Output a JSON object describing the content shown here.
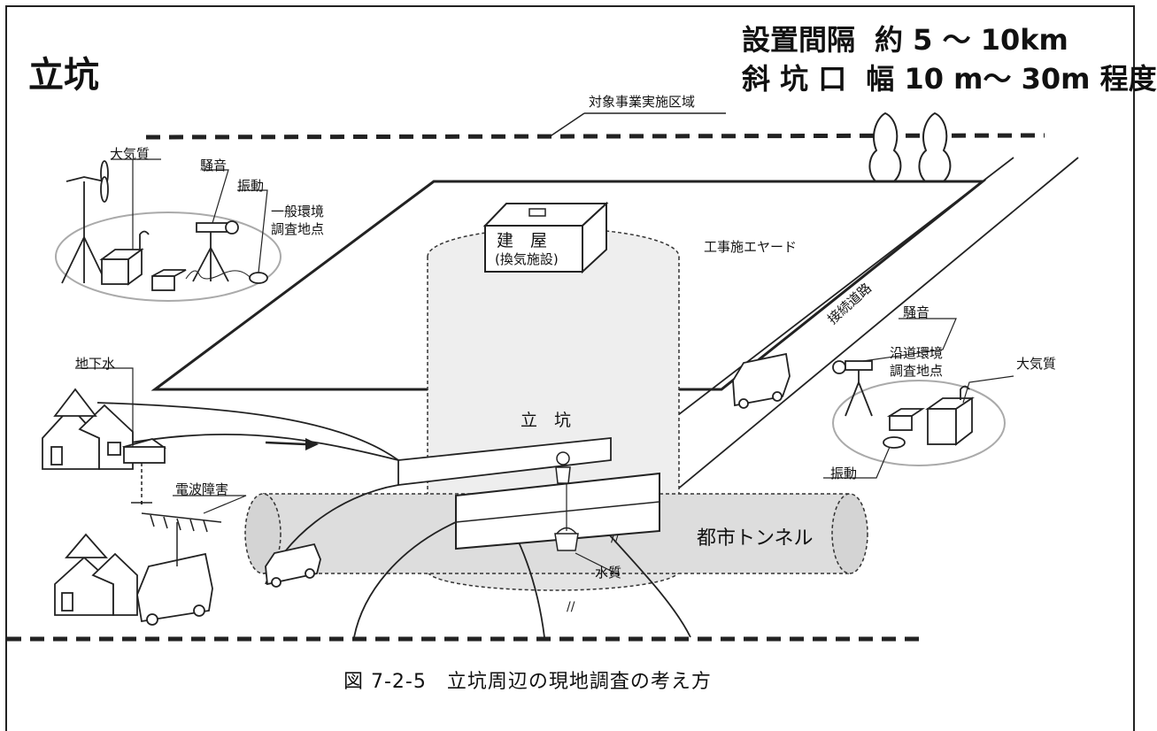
{
  "title": "立坑",
  "specs": {
    "interval_label": "設置間隔",
    "interval_value": "約 5 ～ 10km",
    "opening_label": "斜 坑 口",
    "opening_value": "幅 10 m～ 30m 程度"
  },
  "labels": {
    "project_area": "対象事業実施区域",
    "air_quality_left": "大気質",
    "noise_left": "騒音",
    "vibration_left": "振動",
    "general_env_point_1": "一般環境",
    "general_env_point_2": "調査地点",
    "building_1": "建　屋",
    "building_2": "(換気施設)",
    "construction_yard": "工事施エヤード",
    "connecting_road": "接続道路",
    "noise_right": "騒音",
    "roadside_point_1": "沿道環境",
    "roadside_point_2": "調査地点",
    "air_quality_right": "大気質",
    "groundwater": "地下水",
    "shaft": "立　坑",
    "vibration_right": "振動",
    "radio_interference": "電波障害",
    "urban_tunnel": "都市トンネル",
    "water_quality": "水質"
  },
  "caption": "図 7-2-5　立坑周辺の現地調査の考え方"
}
